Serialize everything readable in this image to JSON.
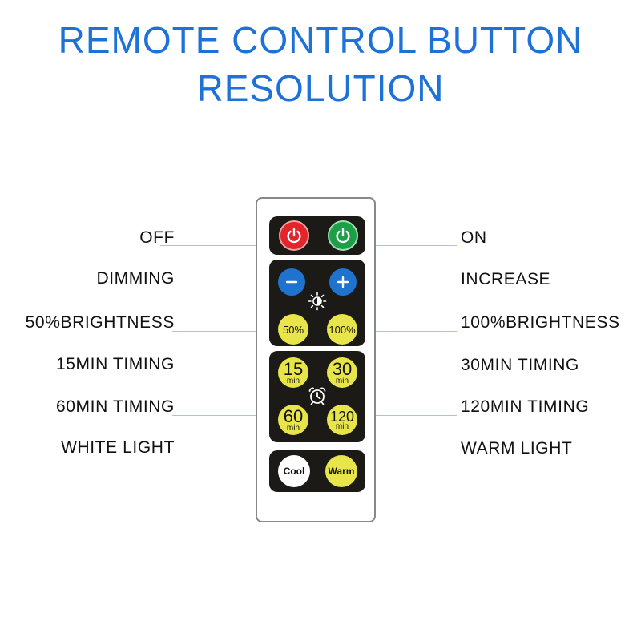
{
  "title": {
    "line1": "REMOTE CONTROL BUTTON",
    "line2": "RESOLUTION"
  },
  "colors": {
    "title": "#1d72d8",
    "off": "#e2242b",
    "on": "#1e9e47",
    "dim": "#1f73cf",
    "yellow": "#e8e54a",
    "panel": "#1b1a16"
  },
  "labels": {
    "left": [
      "OFF",
      "DIMMING",
      "50%BRIGHTNESS",
      "15MIN TIMING",
      "60MIN TIMING",
      "WHITE LIGHT"
    ],
    "right": [
      "ON",
      "INCREASE",
      "100%BRIGHTNESS",
      "30MIN TIMING",
      "120MIN TIMING",
      "WARM LIGHT"
    ]
  },
  "remote": {
    "brightness": {
      "b50": "50%",
      "b100": "100%"
    },
    "timers": {
      "t15": {
        "value": "15",
        "unit": "min"
      },
      "t30": {
        "value": "30",
        "unit": "min"
      },
      "t60": {
        "value": "60",
        "unit": "min"
      },
      "t120": {
        "value": "120",
        "unit": "min"
      }
    },
    "color": {
      "cool": "Cool",
      "warm": "Warm"
    }
  }
}
